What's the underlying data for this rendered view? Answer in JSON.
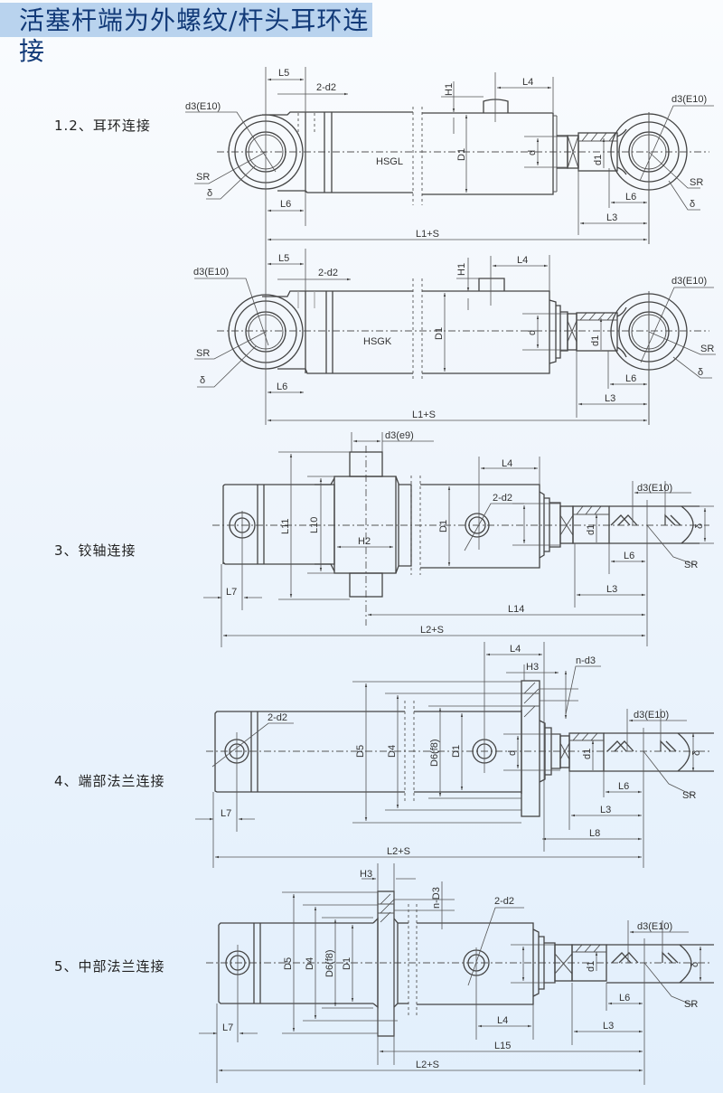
{
  "header": {
    "title": "活塞杆端为外螺纹/杆头耳环连接"
  },
  "colors": {
    "title_bg": "#b9d3ee",
    "title_text": "#123a78",
    "line": "#555555"
  },
  "sections": [
    {
      "label": "1.2、耳环连接"
    },
    {
      "label": "3、铰轴连接"
    },
    {
      "label": "4、端部法兰连接"
    },
    {
      "label": "5、中部法兰连接"
    }
  ],
  "drawings": {
    "hsgl": {
      "model": "HSGL",
      "dims": {
        "L5": "L5",
        "d2": "2-d2",
        "d3": "d3(E10)",
        "d3_right": "d3(E10)",
        "SR": "SR",
        "SR_right": "SR",
        "delta": "δ",
        "delta_right": "δ",
        "L6": "L6",
        "L6_right": "L6",
        "H1": "H1",
        "L4": "L4",
        "D1": "D1",
        "d": "d",
        "d1": "d1",
        "L3": "L3",
        "L1S": "L1+S"
      }
    },
    "hsgk": {
      "model": "HSGK",
      "dims": {
        "L5": "L5",
        "d2": "2-d2",
        "d3": "d3(E10)",
        "d3_right": "d3(E10)",
        "SR": "SR",
        "SR_right": "SR",
        "delta": "δ",
        "delta_right": "δ",
        "L6": "L6",
        "L6_right": "L6",
        "H1": "H1",
        "L4": "L4",
        "D1": "D1",
        "d": "d",
        "d1": "d1",
        "L3": "L3",
        "L1S": "L1+S"
      }
    },
    "trunnion": {
      "dims": {
        "d3e9": "d3(e9)",
        "L11": "L11",
        "L10": "L10",
        "H2": "H2",
        "D1": "D1",
        "L4": "L4",
        "d2": "2-d2",
        "d3": "d3(E10)",
        "d1": "d1",
        "delta": "δ",
        "L6": "L6",
        "SR": "SR",
        "L7": "L7",
        "L3": "L3",
        "L14": "L14",
        "L2S": "L2+S"
      }
    },
    "end_flange": {
      "dims": {
        "L4": "L4",
        "H3": "H3",
        "nd3": "n-d3",
        "d2": "2-d2",
        "D5": "D5",
        "D4": "D4",
        "D6": "D6(f8)",
        "D1": "D1",
        "d": "d",
        "d1": "d1",
        "d3": "d3(E10)",
        "delta": "δ",
        "L6": "L6",
        "SR": "SR",
        "L7": "L7",
        "L3": "L3",
        "L8": "L8",
        "L2S": "L2+S"
      }
    },
    "mid_flange": {
      "dims": {
        "H3": "H3",
        "nD3": "n-D3",
        "d2": "2-d2",
        "D5": "D5",
        "D4": "D4",
        "D6": "D6(f8)",
        "D1": "D1",
        "d1": "d1",
        "d3": "d3(E10)",
        "delta": "δ",
        "L6": "L6",
        "SR": "SR",
        "L7": "L7",
        "L4": "L4",
        "L3": "L3",
        "L15": "L15",
        "L2S": "L2+S"
      }
    }
  }
}
